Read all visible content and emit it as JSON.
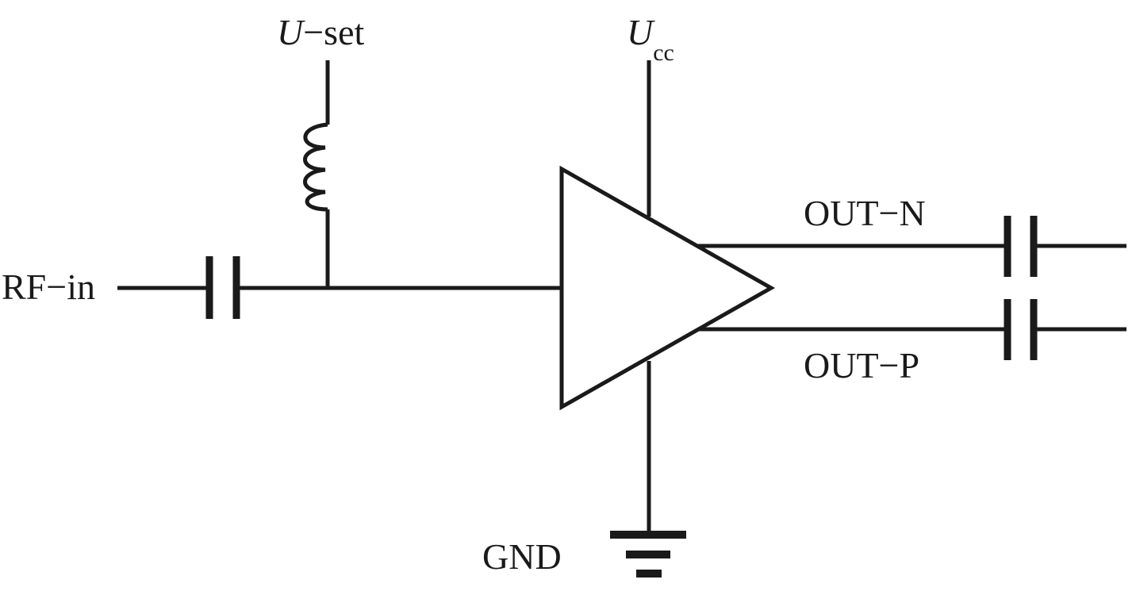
{
  "labels": {
    "rf_in": "RF−in",
    "u_set_symbol": "U",
    "u_set_suffix": "−set",
    "ucc_symbol": "U",
    "ucc_subscript": "cc",
    "out_n": "OUT−N",
    "out_p": "OUT−P",
    "gnd": "GND"
  },
  "colors": {
    "ink": "#1a1a1a",
    "background": "#ffffff"
  }
}
